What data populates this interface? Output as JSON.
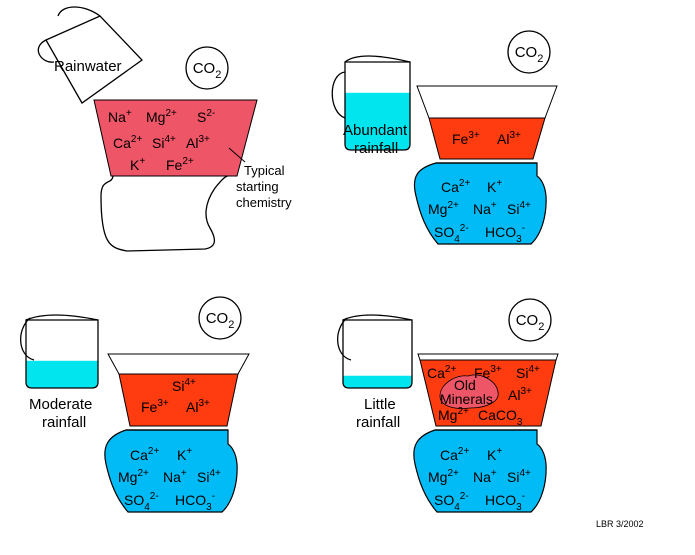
{
  "colors": {
    "water": "#00e5ee",
    "blue": "#00bbf6",
    "red_pink": "#ee5566",
    "red_orange": "#ff3b10"
  },
  "panel1": {
    "rainwater_label": "Rainwater",
    "co2": "CO2",
    "ions": {
      "na": "Na+",
      "mg": "Mg2+",
      "s": "S2-",
      "ca": "Ca2+",
      "si": "Si4+",
      "al": "Al3+",
      "k": "K+",
      "fe": "Fe2+"
    },
    "note_line1": "Typical",
    "note_line2": "starting",
    "note_line3": "chemistry"
  },
  "panel2": {
    "label_line1": "Abundant",
    "label_line2": "rainfall",
    "co2": "CO2",
    "water_level": 0.65,
    "filter_ions": {
      "fe": "Fe3+",
      "al": "Al3+"
    },
    "pot_ions": {
      "ca": "Ca2+",
      "k": "K+",
      "mg": "Mg2+",
      "na": "Na+",
      "si": "Si4+",
      "so4": "SO42-",
      "hco3": "HCO3-"
    }
  },
  "panel3": {
    "label_line1": "Moderate",
    "label_line2": "rainfall",
    "co2": "CO2",
    "water_level": 0.4,
    "filter_ions": {
      "si": "Si4+",
      "fe": "Fe3+",
      "al": "Al3+"
    },
    "pot_ions": {
      "ca": "Ca2+",
      "k": "K+",
      "mg": "Mg2+",
      "na": "Na+",
      "si": "Si4+",
      "so4": "SO42-",
      "hco3": "HCO3-"
    }
  },
  "panel4": {
    "label_line1": "Little",
    "label_line2": "rainfall",
    "co2": "CO2",
    "water_level": 0.18,
    "filter_ions": {
      "ca": "Ca2+",
      "fe": "Fe3+",
      "si": "Si4+",
      "al": "Al3+",
      "mg": "Mg2+",
      "caco3": "CaCO3"
    },
    "old_minerals_line1": "Old",
    "old_minerals_line2": "Minerals",
    "pot_ions": {
      "ca": "Ca2+",
      "k": "K+",
      "mg": "Mg2+",
      "na": "Na+",
      "si": "Si4+",
      "so4": "SO42-",
      "hco3": "HCO3-"
    }
  },
  "credit": "LBR 3/2002"
}
